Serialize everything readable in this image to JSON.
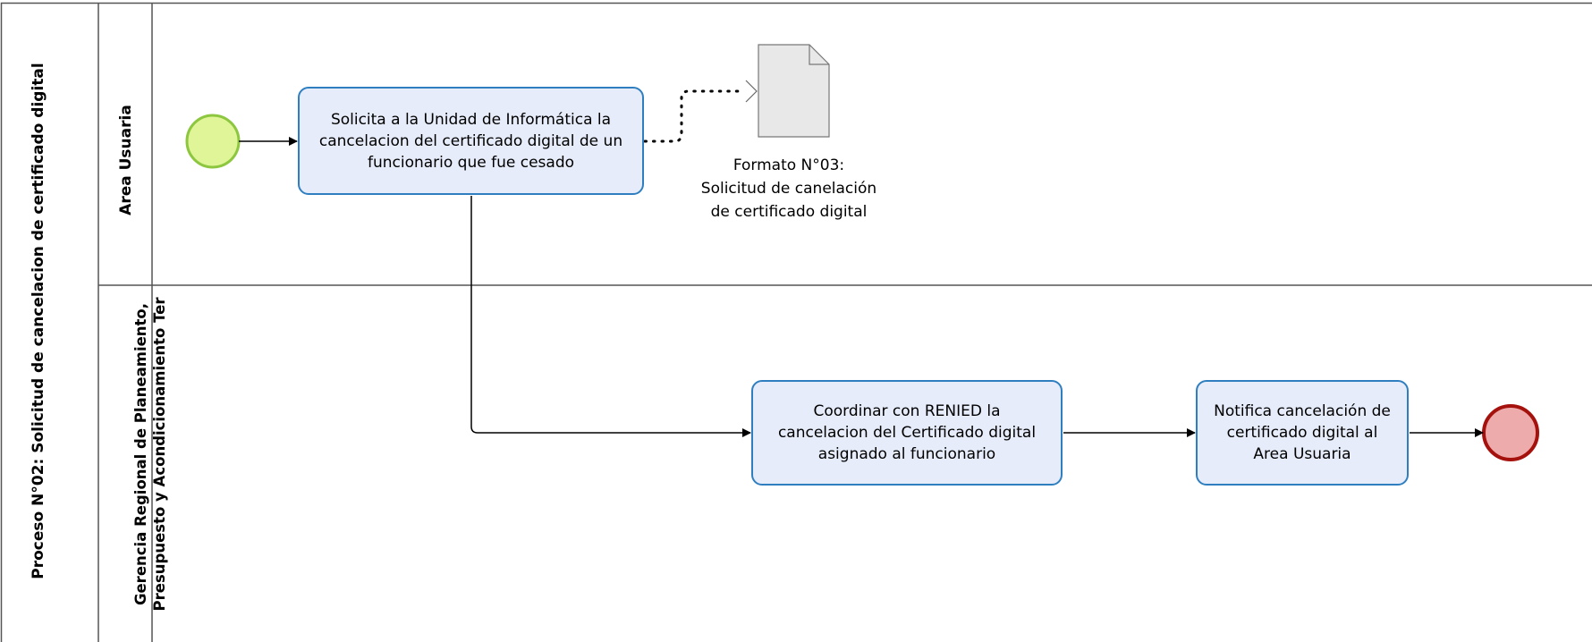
{
  "pool": {
    "title": "Proceso N°02: Solicitud de cancelacion de certificado digital"
  },
  "lanes": [
    {
      "label": "Area Usuaria"
    },
    {
      "label_line1": "Gerencia Regional de Planeamiento,",
      "label_line2": "Presupuesto y Acondicionamiento Ter"
    }
  ],
  "tasks": {
    "solicita": "Solicita a la Unidad de Informática la cancelacion del certificado digital de un funcionario que fue cesado",
    "coordinar": "Coordinar con RENIED la cancelacion del Certificado digital asignado al funcionario",
    "notifica": "Notifica cancelación de certificado digital al Area Usuaria"
  },
  "data_object": {
    "label": "Formato N°03: Solicitud de canelación de certificado digital"
  },
  "colors": {
    "task_fill": "#e6ecfa",
    "task_border": "#2f7fc0",
    "start_fill": "#dff598",
    "start_stroke": "#8dc63f",
    "end_fill": "#eeabab",
    "end_stroke": "#a5120e",
    "document_fill": "#e8e8e8"
  }
}
